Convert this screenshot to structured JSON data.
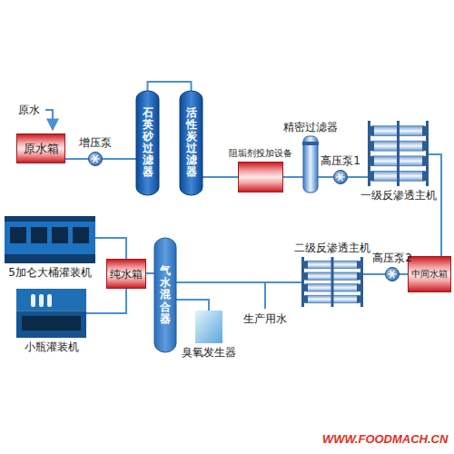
{
  "diagram": {
    "nodes": [
      {
        "text": [
          "原水箱"
        ]
      },
      {
        "text": [
          "增压泵"
        ]
      },
      {
        "text": [
          "石英砂过滤器"
        ]
      },
      {
        "text": [
          "活性炭过滤器"
        ]
      },
      {
        "text": [
          "阻垢剂投加设备"
        ]
      },
      {
        "text": [
          "精密过滤器"
        ]
      },
      {
        "text": [
          "高压泵1"
        ]
      },
      {
        "text": [
          "一级反渗透主机"
        ]
      },
      {
        "text": [
          "中间水箱"
        ]
      },
      {
        "text": [
          "高压泵2"
        ]
      },
      {
        "text": [
          "二级反渗透主机"
        ]
      },
      {
        "text": [
          "气水混合器"
        ]
      },
      {
        "text": [
          "臭氧发生器"
        ]
      },
      {
        "text": [
          "纯水箱"
        ]
      },
      {
        "text": [
          "5加仑大桶灌装机"
        ]
      },
      {
        "text": [
          "小瓶灌装机"
        ]
      }
    ],
    "edges": [
      {
        "from": 0,
        "to": 1,
        "arrow": "none"
      },
      {
        "from": 1,
        "to": 2,
        "arrow": "none"
      },
      {
        "from": 2,
        "to": 3,
        "arrow": "none"
      },
      {
        "from": 3,
        "to": 4,
        "arrow": "none"
      },
      {
        "from": 4,
        "to": 5,
        "arrow": "none"
      },
      {
        "from": 5,
        "to": 6,
        "arrow": "none"
      },
      {
        "from": 6,
        "to": 7,
        "arrow": "none"
      },
      {
        "from": 7,
        "to": 8,
        "arrow": "none"
      },
      {
        "from": 8,
        "to": 9,
        "arrow": "none"
      },
      {
        "from": 9,
        "to": 10,
        "arrow": "none"
      },
      {
        "from": 10,
        "to": 11,
        "arrow": "none"
      },
      {
        "from": 12,
        "to": 11,
        "arrow": "none"
      },
      {
        "from": 11,
        "to": 13,
        "arrow": "none"
      },
      {
        "from": 13,
        "to": 14,
        "arrow": "none"
      },
      {
        "from": 13,
        "to": 15,
        "arrow": "none"
      }
    ],
    "labels": [
      "原水",
      "生产用水",
      "WWW.FOODMACH.CN"
    ]
  }
}
